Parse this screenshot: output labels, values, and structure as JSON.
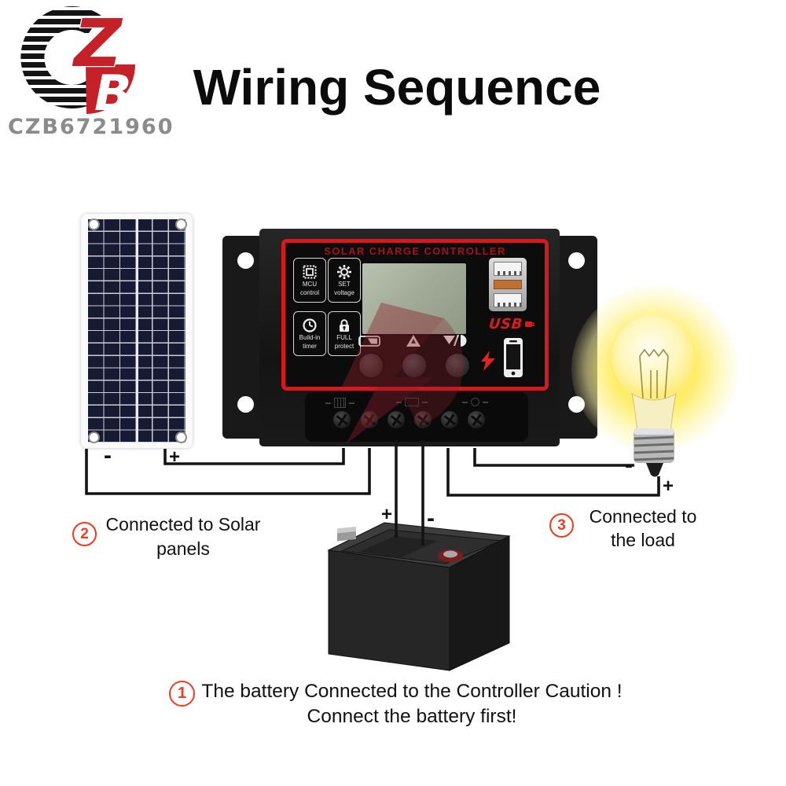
{
  "logo": {
    "id_text": "CZB6721960",
    "letters": {
      "z": "Z",
      "b": "B"
    }
  },
  "title": "Wiring Sequence",
  "controller": {
    "heading": "SOLAR CHARGE CONTROLLER",
    "features": [
      {
        "line1": "MCU",
        "line2": "control"
      },
      {
        "line1": "SET",
        "line2": "voltage"
      },
      {
        "line1": "Build-in",
        "line2": "timer"
      },
      {
        "line1": "FULL",
        "line2": "protect"
      }
    ],
    "usb_label": "USB"
  },
  "wiring": {
    "solar_minus": "-",
    "solar_plus": "+",
    "battery_plus": "+",
    "battery_minus": "-",
    "load_minus": "-",
    "load_plus": "+"
  },
  "annotations": [
    {
      "number": "1",
      "lines": [
        "The battery Connected to the Controller Caution !",
        "Connect the battery first!"
      ]
    },
    {
      "number": "2",
      "lines": [
        "Connected to Solar",
        "panels"
      ]
    },
    {
      "number": "3",
      "lines": [
        "Connected to",
        "the load"
      ]
    }
  ],
  "colors": {
    "accent_red": "#d9181e",
    "annotation_red": "#f43b1e",
    "usb_red": "#d81b20",
    "glow_yellow": "#ffe95e",
    "wire_black": "#141414"
  }
}
